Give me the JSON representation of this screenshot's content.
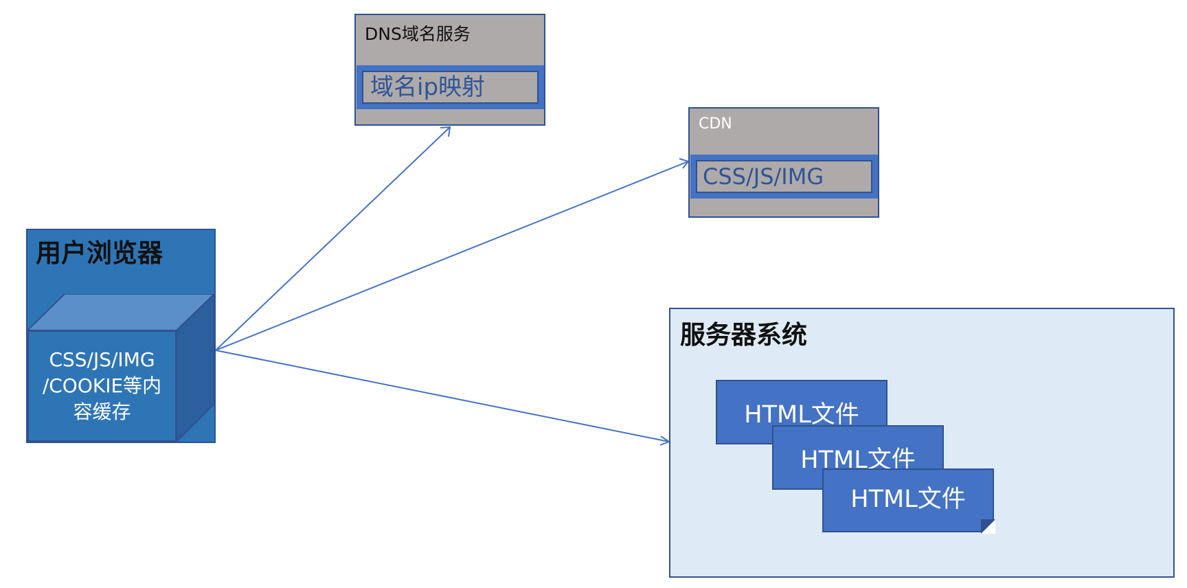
{
  "browser": {
    "title": "用户浏览器",
    "cache_text_line1": "CSS/JS/IMG",
    "cache_text_line2": "/COOKIE等内",
    "cache_text_line3": "容缓存"
  },
  "dns": {
    "title": "DNS域名服务",
    "item": "域名ip映射"
  },
  "cdn": {
    "title": "CDN",
    "item": "CSS/JS/IMG"
  },
  "server": {
    "title": "服务器系统",
    "files": [
      "HTML文件",
      "HTML文件",
      "HTML文件"
    ]
  },
  "colors": {
    "browser_fill": "#2e75b6",
    "box_border": "#2f528f",
    "service_fill": "#aeaaaa",
    "inner_accent": "#4472c4",
    "server_fill": "#deebf7",
    "arrow": "#4472c4"
  }
}
